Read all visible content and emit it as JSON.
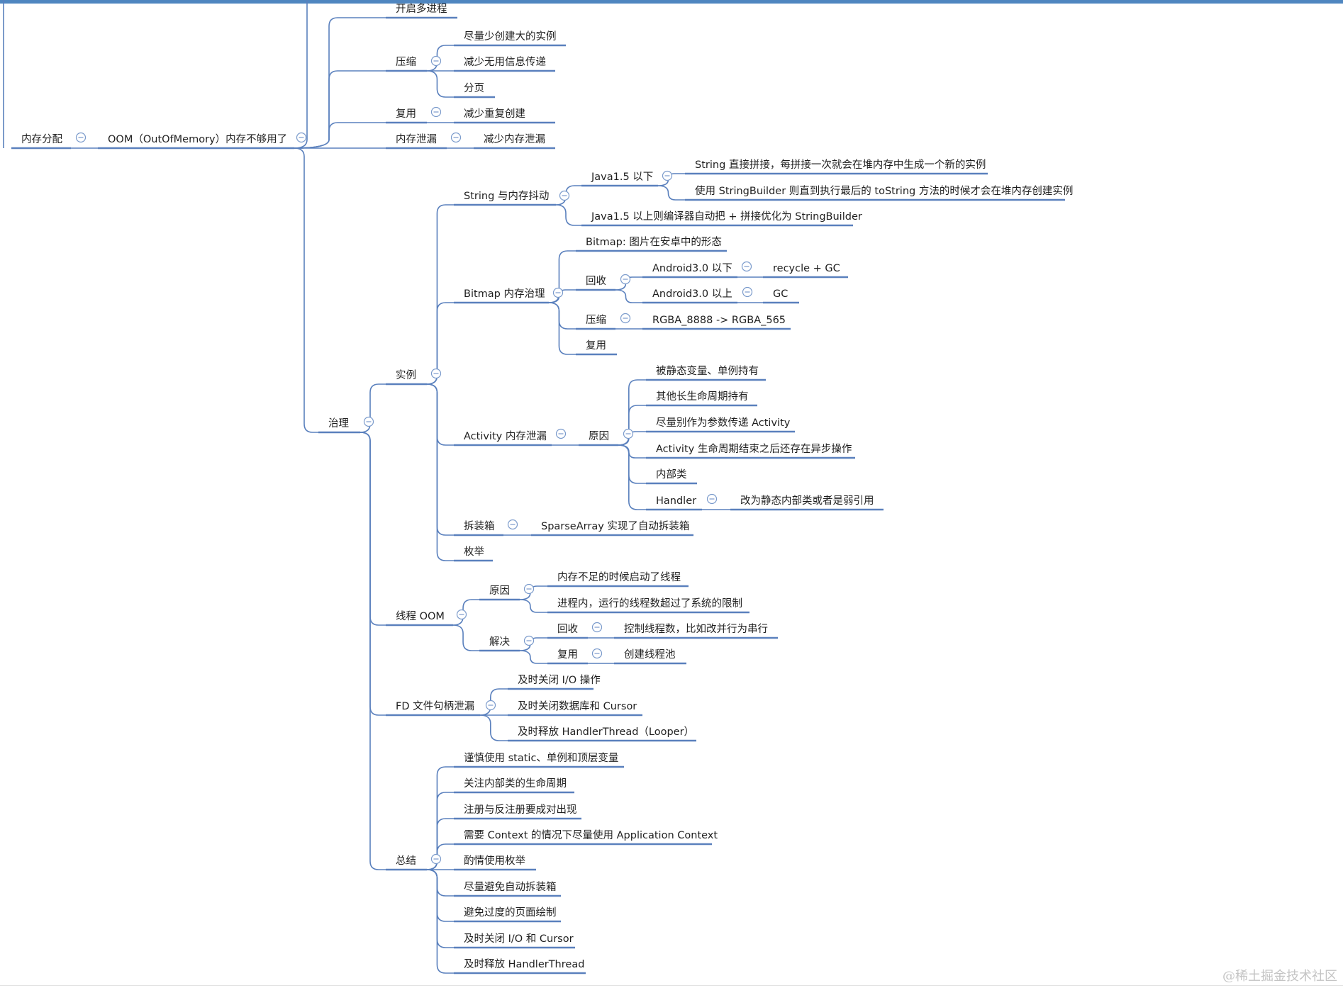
{
  "colors": {
    "line": "#5a80bd",
    "toggle": "#7a9acb",
    "text": "#1f1f1f",
    "topbar": "#4f86c0",
    "watermark": "#c4c4c4"
  },
  "watermark": "@稀土掘金技术社区",
  "nodes": {
    "n1": "内存分配",
    "n2": "OOM（OutOfMemory）内存不够用了",
    "n3": "开启多进程",
    "n4": "压缩",
    "n5": "尽量少创建大的实例",
    "n6": "减少无用信息传递",
    "n7": "分页",
    "n8": "复用",
    "n9": "减少重复创建",
    "n10": "内存泄漏",
    "n11": "减少内存泄漏",
    "n12": "治理",
    "n13": "实例",
    "n14": "String 与内存抖动",
    "n15": "Java1.5 以下",
    "n16": "String 直接拼接，每拼接一次就会在堆内存中生成一个新的实例",
    "n17": "使用 StringBuilder 则直到执行最后的 toString 方法的时候才会在堆内存创建实例",
    "n18": "Java1.5 以上则编译器自动把 + 拼接优化为 StringBuilder",
    "n19": "Bitmap 内存治理",
    "n20": "Bitmap: 图片在安卓中的形态",
    "n21": "回收",
    "n22": "Android3.0 以下",
    "n23": "recycle + GC",
    "n24": "Android3.0 以上",
    "n25": "GC",
    "n26": "压缩",
    "n27": "RGBA_8888 -> RGBA_565",
    "n28": "复用",
    "n29": "Activity 内存泄漏",
    "n30": "原因",
    "n31": "被静态变量、单例持有",
    "n32": "其他长生命周期持有",
    "n33": "尽量别作为参数传递 Activity",
    "n34": "Activity 生命周期结束之后还存在异步操作",
    "n35": "内部类",
    "n36": "Handler",
    "n37": "改为静态内部类或者是弱引用",
    "n38": "拆装箱",
    "n39": "SparseArray 实现了自动拆装箱",
    "n40": "枚举",
    "n41": "线程 OOM",
    "n42": "原因",
    "n43": "内存不足的时候启动了线程",
    "n44": "进程内，运行的线程数超过了系统的限制",
    "n45": "解决",
    "n46": "回收",
    "n47": "控制线程数，比如改并行为串行",
    "n48": "复用",
    "n49": "创建线程池",
    "n50": "FD 文件句柄泄漏",
    "n51": "及时关闭 I/O 操作",
    "n52": "及时关闭数据库和 Cursor",
    "n53": "及时释放 HandlerThread（Looper）",
    "n54": "总结",
    "n55": "谨慎使用 static、单例和顶层变量",
    "n56": "关注内部类的生命周期",
    "n57": "注册与反注册要成对出现",
    "n58": "需要 Context 的情况下尽量使用 Application Context",
    "n59": "酌情使用枚举",
    "n60": "尽量避免自动拆装箱",
    "n61": "避免过度的页面绘制",
    "n62": "及时关闭 I/O 和 Cursor",
    "n63": "及时释放 HandlerThread"
  }
}
